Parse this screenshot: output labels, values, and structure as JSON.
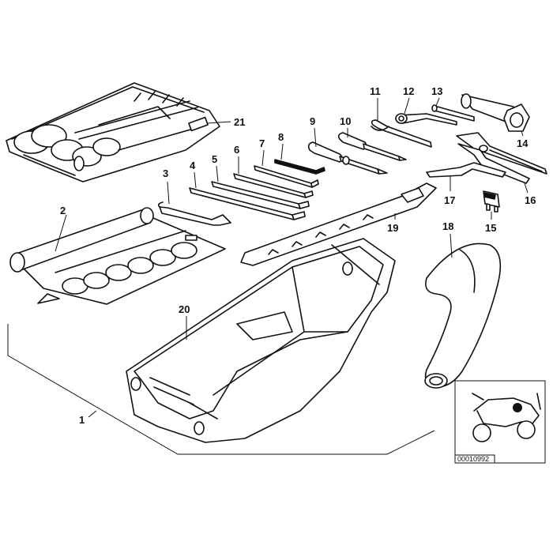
{
  "diagram": {
    "callouts": {
      "c1": "1",
      "c2": "2",
      "c3": "3",
      "c4": "4",
      "c5": "5",
      "c6": "6",
      "c7": "7",
      "c8": "8",
      "c9": "9",
      "c10": "10",
      "c11": "11",
      "c12": "12",
      "c13": "13",
      "c14": "14",
      "c15": "15",
      "c16": "16",
      "c17": "17",
      "c18": "18",
      "c19": "19",
      "c20": "20",
      "c21": "21"
    },
    "thumbnail": {
      "code": "00010992"
    }
  }
}
